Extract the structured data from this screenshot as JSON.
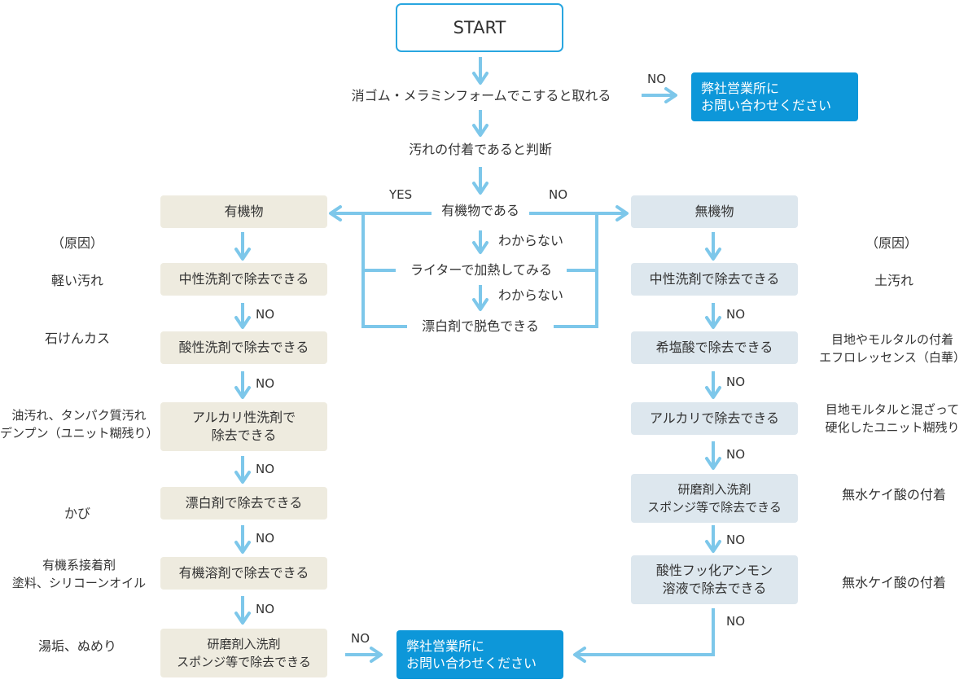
{
  "start": "START",
  "q_eraser": "消ゴム・メラミンフォームでこすると取れる",
  "judge_dirt": "汚れの付着であると判断",
  "q_organic": "有機物である",
  "unknown_1": "わからない",
  "lighter_test": "ライターで加熱してみる",
  "unknown_2": "わからない",
  "bleach_color": "漂白剤で脱色できる",
  "contact_top": "弊社営業所に\nお問い合わせください",
  "contact_bottom": "弊社営業所に\nお問い合わせください",
  "organic": {
    "title": "有機物",
    "cause_heading": "（原因）",
    "steps": [
      "中性洗剤で除去できる",
      "酸性洗剤で除去できる",
      "アルカリ性洗剤で\n除去できる",
      "漂白剤で除去できる",
      "有機溶剤で除去できる",
      "研磨剤入洗剤\nスポンジ等で除去できる"
    ],
    "causes": [
      "軽い汚れ",
      "石けんカス",
      "油汚れ、タンパク質汚れ\nデンプン（ユニット糊残り）",
      "かび",
      "有機系接着剤\n塗料、シリコーンオイル",
      "湯垢、ぬめり"
    ]
  },
  "inorganic": {
    "title": "無機物",
    "cause_heading": "（原因）",
    "steps": [
      "中性洗剤で除去できる",
      "希塩酸で除去できる",
      "アルカリで除去できる",
      "研磨剤入洗剤\nスポンジ等で除去できる",
      "酸性フッ化アンモン\n溶液で除去できる"
    ],
    "causes": [
      "土汚れ",
      "目地やモルタルの付着\nエフロレッセンス（白華）",
      "目地モルタルと混ざって\n硬化したユニット糊残り",
      "無水ケイ酸の付着",
      "無水ケイ酸の付着"
    ]
  },
  "labels": {
    "yes": "YES",
    "no": "NO"
  },
  "colors": {
    "line": "#7dc7ea",
    "contact": "#0d97d9",
    "start_border": "#29a6e0",
    "organic_box": "#eeebdf",
    "inorganic_box": "#dde7ee"
  }
}
